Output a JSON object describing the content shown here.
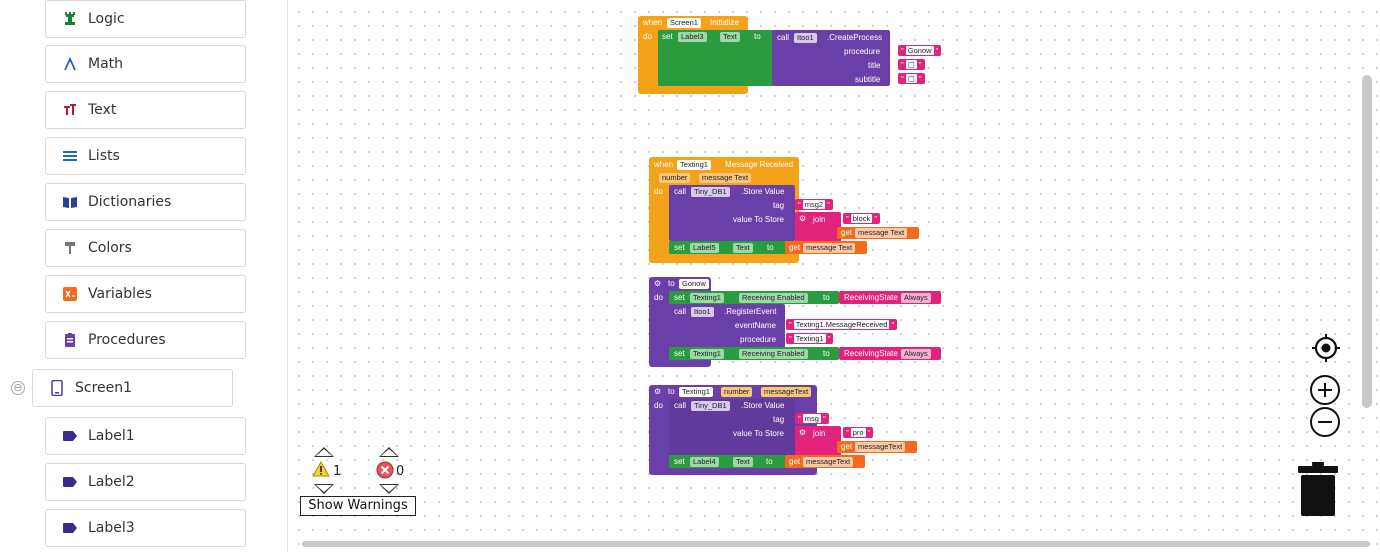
{
  "sidebar": {
    "categories": [
      {
        "label": "Logic",
        "icon": "logic-icon",
        "color": "#1b7d3c"
      },
      {
        "label": "Math",
        "icon": "math-icon",
        "color": "#3560a8"
      },
      {
        "label": "Text",
        "icon": "text-icon",
        "color": "#b0183c"
      },
      {
        "label": "Lists",
        "icon": "lists-icon",
        "color": "#1a6fb5"
      },
      {
        "label": "Dictionaries",
        "icon": "dictionaries-icon",
        "color": "#2b3f9c"
      },
      {
        "label": "Colors",
        "icon": "colors-icon",
        "color": "#777777"
      },
      {
        "label": "Variables",
        "icon": "variables-icon",
        "color": "#f26a1b"
      },
      {
        "label": "Procedures",
        "icon": "procedures-icon",
        "color": "#6b3fa8"
      }
    ],
    "screen": {
      "label": "Screen1",
      "toggle": "⊖"
    },
    "components": [
      {
        "label": "Label1"
      },
      {
        "label": "Label2"
      },
      {
        "label": "Label3"
      }
    ]
  },
  "blocks": {
    "b1": {
      "when": "when",
      "component": "Screen1",
      "event": "Initialize",
      "do": "do",
      "set": "set",
      "label": "Label3",
      "prop": "Text",
      "to": "to",
      "call": "call",
      "ext": "Itoo1",
      "method": ".CreateProcess",
      "procedure_label": "procedure",
      "procedure_val": "Gonow",
      "title_label": "title",
      "subtitle_label": "subtitle",
      "empty": "▢"
    },
    "b2": {
      "when": "when",
      "component": "Texting1",
      "event": "Message Received",
      "param1": "number",
      "param2": "message Text",
      "do": "do",
      "call": "call",
      "db": "Tiny_DB1",
      "method": ".Store Value",
      "tag_label": "tag",
      "tag_val": "msg2",
      "value_label": "value To Store",
      "join": "join",
      "join_val": "block",
      "get": "get",
      "get_val": "message Text",
      "set": "set",
      "label": "Label5",
      "prop": "Text",
      "to": "to",
      "get2_val": "message Text"
    },
    "b3": {
      "to": "to",
      "name": "Gonow",
      "do": "do",
      "set": "set",
      "component": "Texting1",
      "prop": "Receiving Enabled",
      "to_word": "to",
      "state": "ReceivingState",
      "state_val": "Always",
      "call": "call",
      "ext": "Itoo1",
      "method": ".RegisterEvent",
      "event_label": "eventName",
      "event_val": "Texting1.MessageReceived",
      "procedure_label": "procedure",
      "procedure_val": "Texting1"
    },
    "b4": {
      "to": "to",
      "name": "Texting1",
      "param1": "number",
      "param2": "messageText",
      "do": "do",
      "call": "call",
      "db": "Tiny_DB1",
      "method": ".Store Value",
      "tag_label": "tag",
      "tag_val": "msg",
      "value_label": "value To Store",
      "join": "join",
      "join_val": "pro",
      "get": "get",
      "get_val": "messageText",
      "set": "set",
      "label": "Label4",
      "prop": "Text",
      "to_word": "to",
      "get2_val": "messageText"
    }
  },
  "warnings": {
    "count": "1",
    "errors": "0",
    "button": "Show Warnings"
  },
  "controls": [
    "target-icon",
    "zoom-in-icon",
    "zoom-out-icon",
    "trash-icon"
  ]
}
